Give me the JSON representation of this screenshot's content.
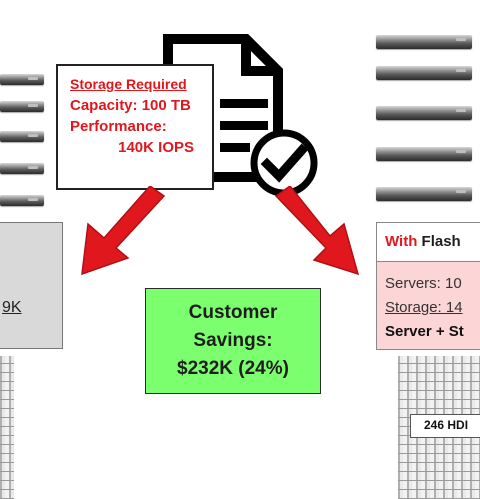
{
  "left_panel": {
    "total": "9K"
  },
  "storage_card": {
    "heading": "Storage Required",
    "capacity": "Capacity: 100 TB",
    "performance_label": "Performance:",
    "performance_value": "140K IOPS"
  },
  "savings": {
    "line1": "Customer",
    "line2": "Savings:",
    "line3": "$232K (24%)"
  },
  "flash_panel": {
    "heading_colored": "With",
    "heading_rest": "Flash",
    "servers": "Servers: 10",
    "storage": "Storage: 14",
    "total": "Server + St"
  },
  "hdd_label": "246 HDI",
  "colors": {
    "accent_red": "#e0181e",
    "savings_green": "#7cff6e",
    "flash_pink": "#fcd5d6",
    "left_grey": "#d9d9d9"
  },
  "icons": [
    "server-icon",
    "document-icon",
    "checkmark-icon",
    "arrow-icon",
    "disk-array-icon"
  ]
}
